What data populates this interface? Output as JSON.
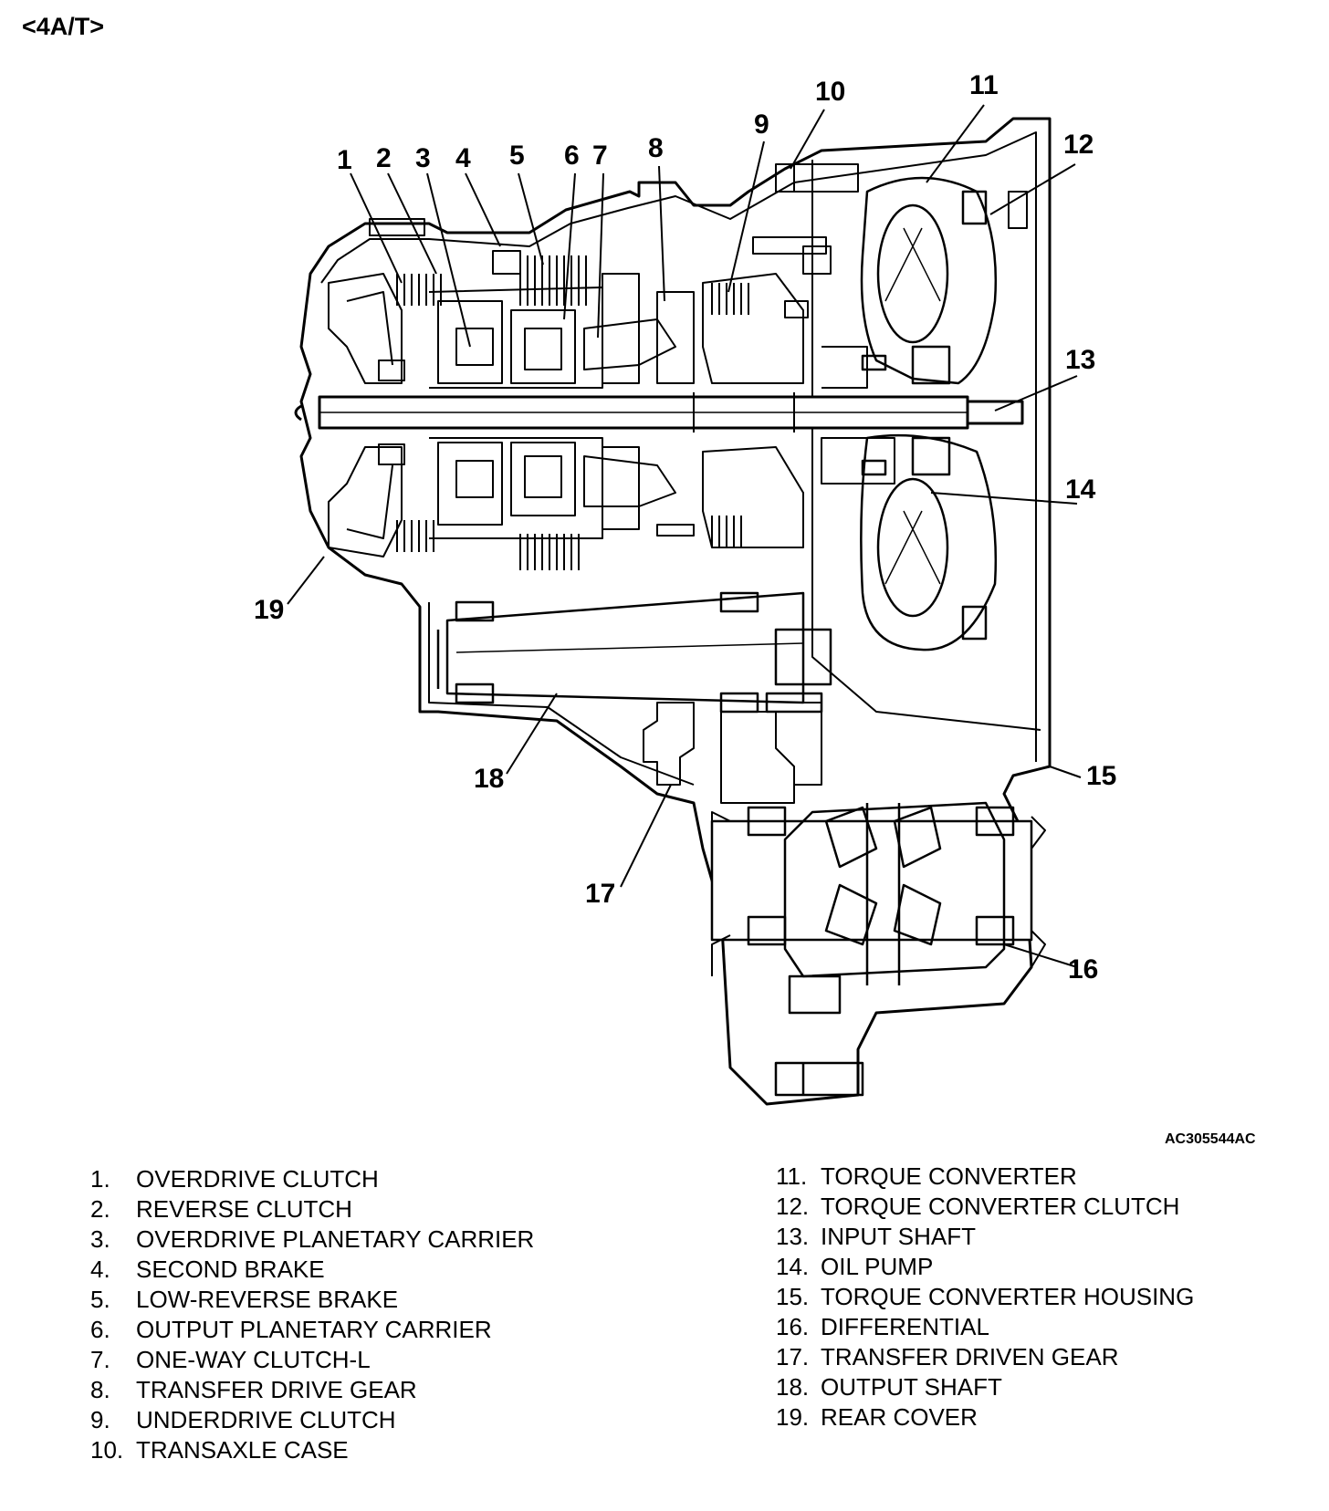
{
  "header": {
    "variant": "<4A/T>"
  },
  "figure_id": "AC305544AC",
  "callouts": [
    "1",
    "2",
    "3",
    "4",
    "5",
    "6",
    "7",
    "8",
    "9",
    "10",
    "11",
    "12",
    "13",
    "14",
    "15",
    "16",
    "17",
    "18",
    "19"
  ],
  "legend_left": [
    {
      "num": "1.",
      "label": "OVERDRIVE CLUTCH"
    },
    {
      "num": "2.",
      "label": "REVERSE CLUTCH"
    },
    {
      "num": "3.",
      "label": "OVERDRIVE PLANETARY CARRIER"
    },
    {
      "num": "4.",
      "label": "SECOND BRAKE"
    },
    {
      "num": "5.",
      "label": "LOW-REVERSE BRAKE"
    },
    {
      "num": "6.",
      "label": "OUTPUT PLANETARY CARRIER"
    },
    {
      "num": "7.",
      "label": "ONE-WAY CLUTCH-L"
    },
    {
      "num": "8.",
      "label": "TRANSFER DRIVE GEAR"
    },
    {
      "num": "9.",
      "label": "UNDERDRIVE CLUTCH"
    },
    {
      "num": "10.",
      "label": "TRANSAXLE CASE"
    }
  ],
  "legend_right": [
    {
      "num": "11.",
      "label": "TORQUE CONVERTER"
    },
    {
      "num": "12.",
      "label": "TORQUE CONVERTER CLUTCH"
    },
    {
      "num": "13.",
      "label": "INPUT SHAFT"
    },
    {
      "num": "14.",
      "label": "OIL PUMP"
    },
    {
      "num": "15.",
      "label": "TORQUE CONVERTER HOUSING"
    },
    {
      "num": "16.",
      "label": "DIFFERENTIAL"
    },
    {
      "num": "17.",
      "label": "TRANSFER DRIVEN GEAR"
    },
    {
      "num": "18.",
      "label": "OUTPUT SHAFT"
    },
    {
      "num": "19.",
      "label": "REAR COVER"
    }
  ]
}
